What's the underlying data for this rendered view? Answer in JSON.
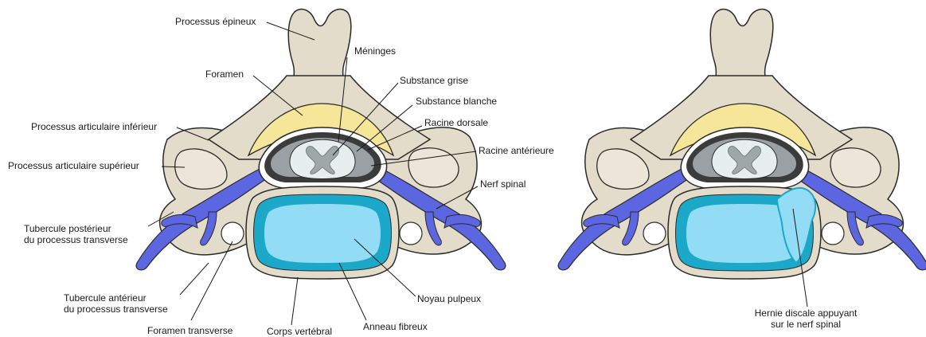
{
  "labels": {
    "processus_epineux": "Processus épineux",
    "meninges": "Méninges",
    "foramen": "Foramen",
    "substance_grise": "Substance grise",
    "substance_blanche": "Substance blanche",
    "racine_dorsale": "Racine dorsale",
    "processus_articulaire_inferieur": "Processus articulaire inférieur",
    "racine_anterieure": "Racine antérieure",
    "processus_articulaire_superieur": "Processus articulaire supérieur",
    "nerf_spinal": "Nerf spinal",
    "tubercule_posterieur_1": "Tubercule postérieur",
    "tubercule_posterieur_2": "du processus transverse",
    "tubercule_anterieur_1": "Tubercule antérieur",
    "tubercule_anterieur_2": "du processus transverse",
    "noyau_pulpeux": "Noyau pulpeux",
    "foramen_transverse": "Foramen transverse",
    "corps_vertebral": "Corps vertébral",
    "anneau_fibreux": "Anneau fibreux",
    "hernie_1": "Hernie discale appuyant",
    "hernie_2": "sur le nerf spinal"
  },
  "colors": {
    "bone": "#e4dccb",
    "bone_outline": "#2a2a2a",
    "foramen_yellow": "#f5e69a",
    "nerve_blue": "#5c66e0",
    "disc_outer": "#1ca8c8",
    "disc_inner": "#93dcf5",
    "meninges_dark": "#3b3b3b",
    "meninges_grey": "#9aa0a3",
    "white_matter": "#e6eeee",
    "grey_matter": "#9ea8a8"
  }
}
